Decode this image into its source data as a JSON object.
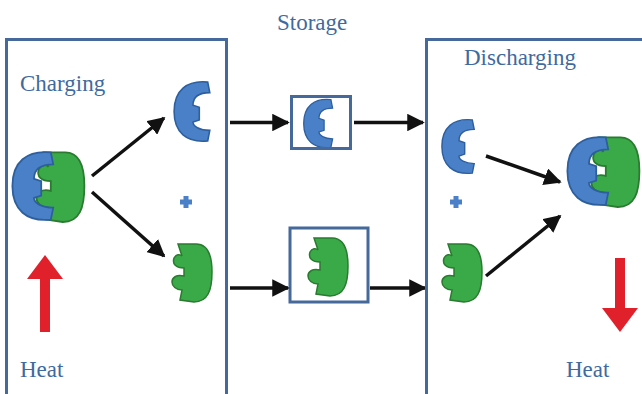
{
  "diagram": {
    "nodes": [
      {
        "text": [
          "Charging",
          "Heat"
        ]
      },
      {
        "text": [
          "Storage"
        ]
      },
      {
        "text": [
          "Discharging",
          "Heat"
        ]
      }
    ],
    "edges": [
      {
        "from": 0,
        "to": 1,
        "arrow": "to"
      },
      {
        "from": 1,
        "to": 2,
        "arrow": "to"
      }
    ]
  }
}
